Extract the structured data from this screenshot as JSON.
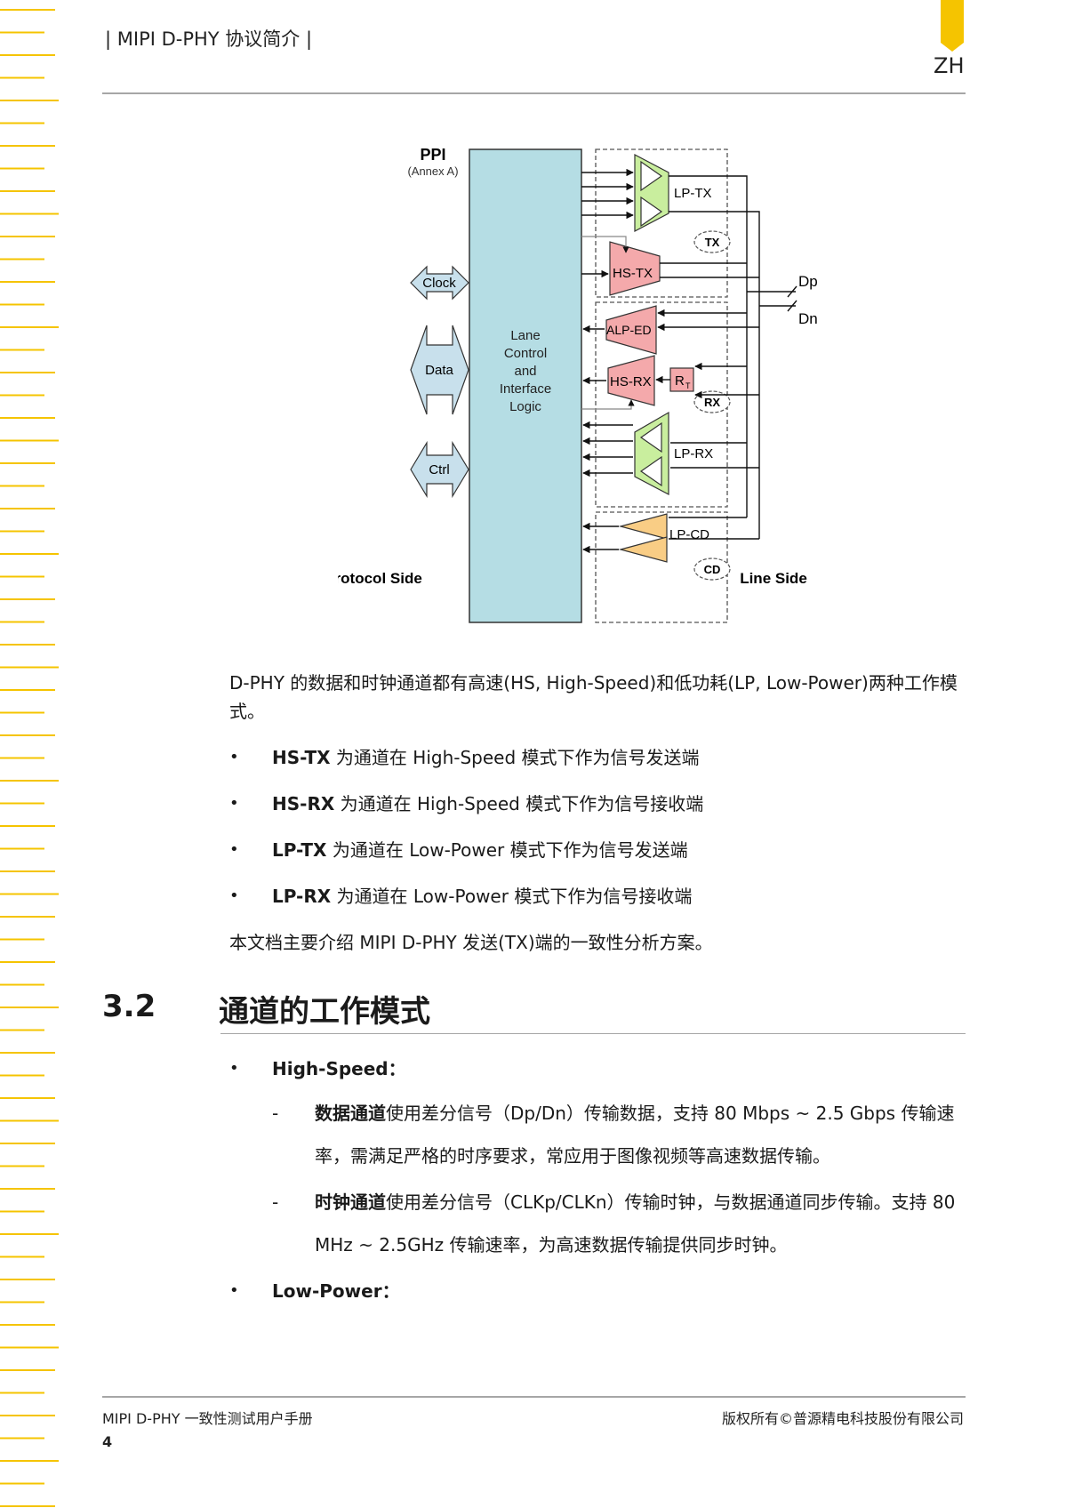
{
  "header": {
    "title": "| MIPI D-PHY 协议简介 |",
    "lang_tag": "ZH"
  },
  "diagram": {
    "ppi": "PPI",
    "annex": "(Annex A)",
    "clock": "Clock",
    "data": "Data",
    "ctrl": "Ctrl",
    "lane_lines": [
      "Lane",
      "Control",
      "and",
      "Interface",
      "Logic"
    ],
    "protocol_side": "Protocol Side",
    "line_side": "Line Side",
    "lp_tx": "LP-TX",
    "hs_tx": "HS-TX",
    "tx": "TX",
    "alp_ed": "ALP-ED",
    "hs_rx": "HS-RX",
    "rt": "R",
    "rt_sub": "T",
    "rx": "RX",
    "lp_rx": "LP-RX",
    "lp_cd": "LP-CD",
    "cd": "CD",
    "dp": "Dp",
    "dn": "Dn"
  },
  "intro": {
    "line1": "D-PHY 的数据和时钟通道都有高速(HS, High-Speed)和低功耗(LP, Low-Power)两种工作模",
    "line2": "式。"
  },
  "bullets": [
    {
      "term": "HS-TX",
      "text": " 为通道在 High-Speed 模式下作为信号发送端"
    },
    {
      "term": "HS-RX",
      "text": " 为通道在 High-Speed 模式下作为信号接收端"
    },
    {
      "term": "LP-TX",
      "text": " 为通道在 Low-Power 模式下作为信号发送端"
    },
    {
      "term": "LP-RX",
      "text": " 为通道在 Low-Power 模式下作为信号接收端"
    }
  ],
  "summary": "本文档主要介绍 MIPI D-PHY 发送(TX)端的一致性分析方案。",
  "section": {
    "number": "3.2",
    "title": "通道的工作模式"
  },
  "modes": {
    "high_speed": "High-Speed：",
    "data_term": "数据通道",
    "data_line1": "使用差分信号（Dp/Dn）传输数据，支持 80 Mbps ~ 2.5 Gbps 传输速",
    "data_line2": "率，需满足严格的时序要求，常应用于图像视频等高速数据传输。",
    "clock_term": "时钟通道",
    "clock_line1": "使用差分信号（CLKp/CLKn）传输时钟，与数据通道同步传输。支持 80",
    "clock_line2": "MHz ~ 2.5GHz 传输速率，为高速数据传输提供同步时钟。",
    "low_power": "Low-Power："
  },
  "footer": {
    "left": "MIPI D-PHY 一致性测试用户手册",
    "right": "版权所有©普源精电科技股份有限公司",
    "page": "4"
  },
  "colors": {
    "accent_yellow": "#f5c400",
    "lane_block": "#b5dde4",
    "hs_block": "#f4a9ab",
    "lp_block": "#c9ee9e",
    "cd_block": "#f9cd85"
  }
}
